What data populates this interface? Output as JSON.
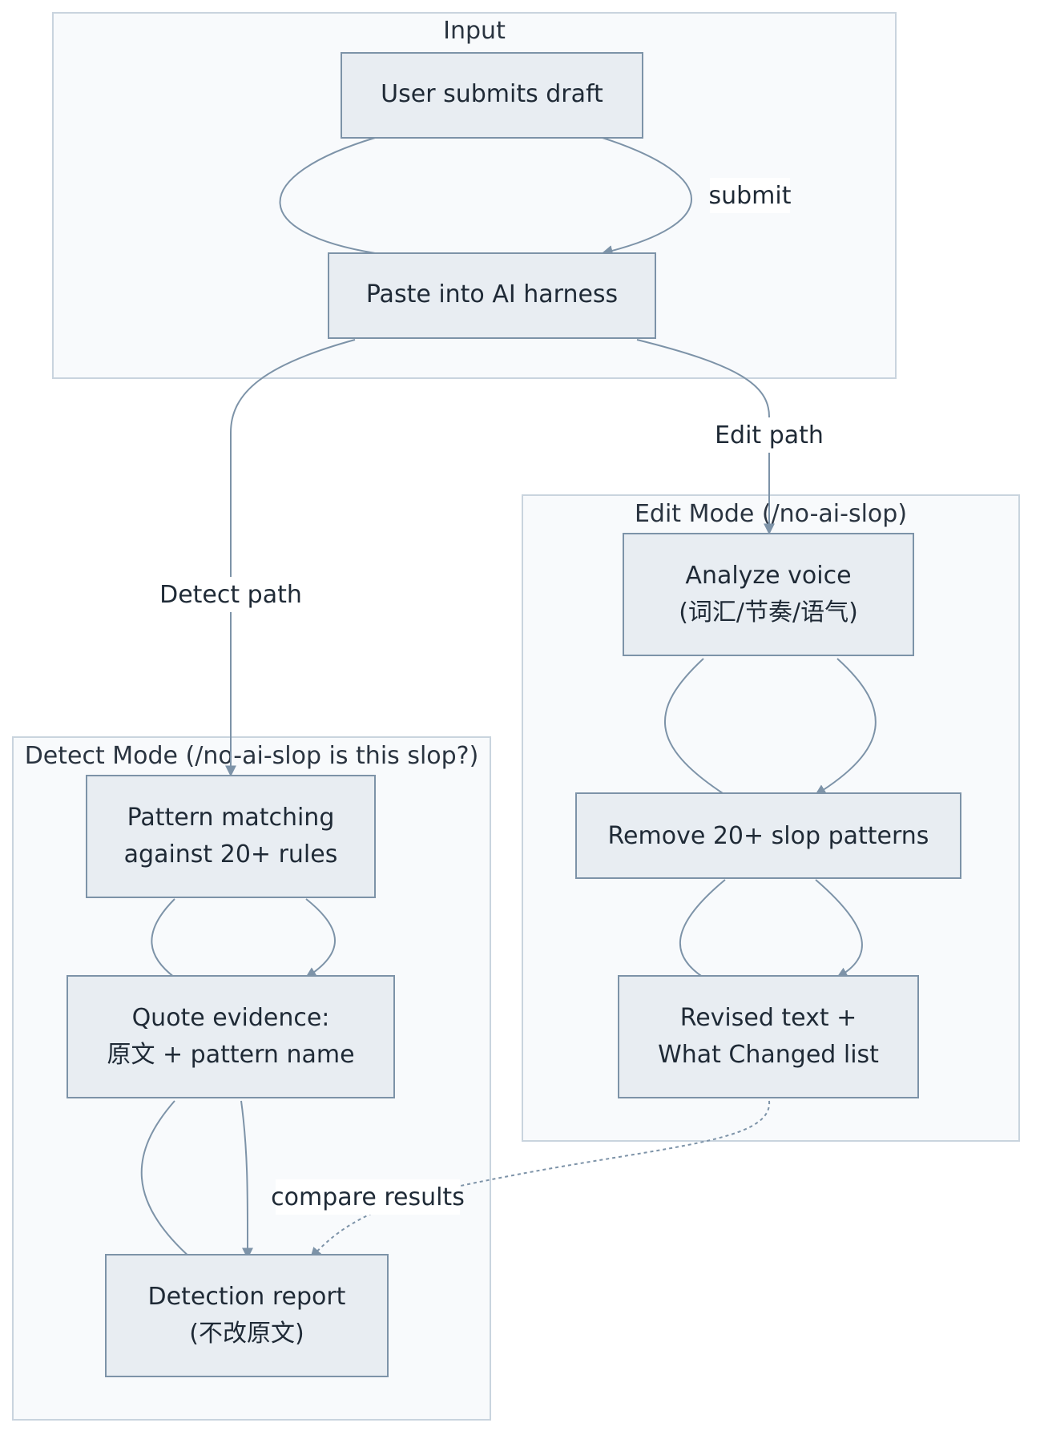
{
  "diagram": {
    "clusters": {
      "input": "Input",
      "edit": "Edit Mode (/no-ai-slop)",
      "detect": "Detect Mode (/no-ai-slop is this slop?)"
    },
    "nodes": {
      "submit": "User submits draft",
      "paste": "Paste into AI harness",
      "analyze": [
        "Analyze voice",
        "(词汇/节奏/语气)"
      ],
      "remove": "Remove 20+ slop patterns",
      "revised": [
        "Revised text +",
        "What Changed list"
      ],
      "pattern": [
        "Pattern matching",
        "against 20+ rules"
      ],
      "quote": [
        "Quote evidence:",
        "原文 + pattern name"
      ],
      "report": [
        "Detection report",
        "(不改原文)"
      ]
    },
    "edge_labels": {
      "submit": "submit",
      "edit_path": "Edit path",
      "detect_path": "Detect path",
      "compare": "compare results"
    },
    "colors": {
      "node_fill": "#e8edf2",
      "node_stroke": "#7d93a8",
      "cluster_fill": "#f8fafc",
      "cluster_stroke": "#c9d4de",
      "text": "#1f2a36"
    }
  }
}
